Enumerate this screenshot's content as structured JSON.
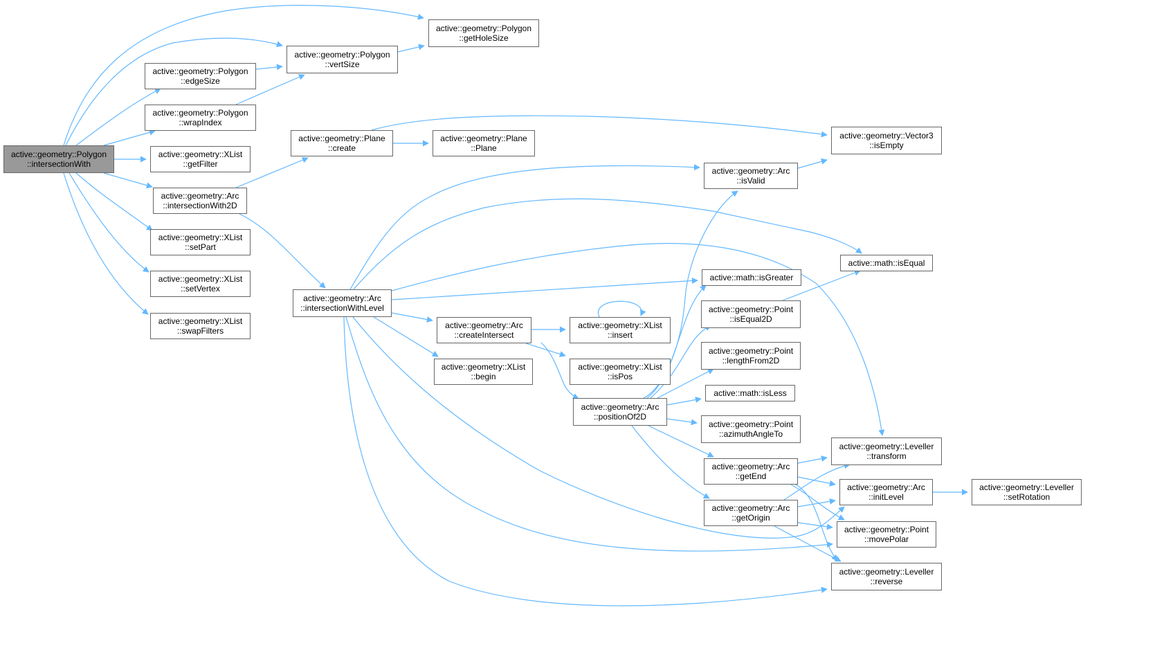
{
  "nodes": {
    "root": {
      "l1": "active::geometry::Polygon",
      "l2": "::intersectionWith"
    },
    "getHoleSize": {
      "l1": "active::geometry::Polygon",
      "l2": "::getHoleSize"
    },
    "vertSize": {
      "l1": "active::geometry::Polygon",
      "l2": "::vertSize"
    },
    "edgeSize": {
      "l1": "active::geometry::Polygon",
      "l2": "::edgeSize"
    },
    "wrapIndex": {
      "l1": "active::geometry::Polygon",
      "l2": "::wrapIndex"
    },
    "getFilter": {
      "l1": "active::geometry::XList",
      "l2": "::getFilter"
    },
    "intersectionWith2D": {
      "l1": "active::geometry::Arc",
      "l2": "::intersectionWith2D"
    },
    "setPart": {
      "l1": "active::geometry::XList",
      "l2": "::setPart"
    },
    "setVertex": {
      "l1": "active::geometry::XList",
      "l2": "::setVertex"
    },
    "swapFilters": {
      "l1": "active::geometry::XList",
      "l2": "::swapFilters"
    },
    "planeCreate": {
      "l1": "active::geometry::Plane",
      "l2": "::create"
    },
    "planePlane": {
      "l1": "active::geometry::Plane",
      "l2": "::Plane"
    },
    "isEmpty": {
      "l1": "active::geometry::Vector3",
      "l2": "::isEmpty"
    },
    "isValid": {
      "l1": "active::geometry::Arc",
      "l2": "::isValid"
    },
    "isEqual": {
      "l1": "active::math::isEqual"
    },
    "isGreater": {
      "l1": "active::math::isGreater"
    },
    "isEqual2D": {
      "l1": "active::geometry::Point",
      "l2": "::isEqual2D"
    },
    "lengthFrom2D": {
      "l1": "active::geometry::Point",
      "l2": "::lengthFrom2D"
    },
    "isLess": {
      "l1": "active::math::isLess"
    },
    "azimuthAngleTo": {
      "l1": "active::geometry::Point",
      "l2": "::azimuthAngleTo"
    },
    "transform": {
      "l1": "active::geometry::Leveller",
      "l2": "::transform"
    },
    "getEnd": {
      "l1": "active::geometry::Arc",
      "l2": "::getEnd"
    },
    "initLevel": {
      "l1": "active::geometry::Arc",
      "l2": "::initLevel"
    },
    "setRotation": {
      "l1": "active::geometry::Leveller",
      "l2": "::setRotation"
    },
    "getOrigin": {
      "l1": "active::geometry::Arc",
      "l2": "::getOrigin"
    },
    "movePolar": {
      "l1": "active::geometry::Point",
      "l2": "::movePolar"
    },
    "reverse": {
      "l1": "active::geometry::Leveller",
      "l2": "::reverse"
    },
    "intersectionWithLevel": {
      "l1": "active::geometry::Arc",
      "l2": "::intersectionWithLevel"
    },
    "createIntersect": {
      "l1": "active::geometry::Arc",
      "l2": "::createIntersect"
    },
    "begin": {
      "l1": "active::geometry::XList",
      "l2": "::begin"
    },
    "insert": {
      "l1": "active::geometry::XList",
      "l2": "::insert"
    },
    "isPos": {
      "l1": "active::geometry::XList",
      "l2": "::isPos"
    },
    "positionOf2D": {
      "l1": "active::geometry::Arc",
      "l2": "::positionOf2D"
    }
  },
  "colors": {
    "edge": "#63b8ff",
    "root_fill": "#999999",
    "border": "#666666"
  }
}
